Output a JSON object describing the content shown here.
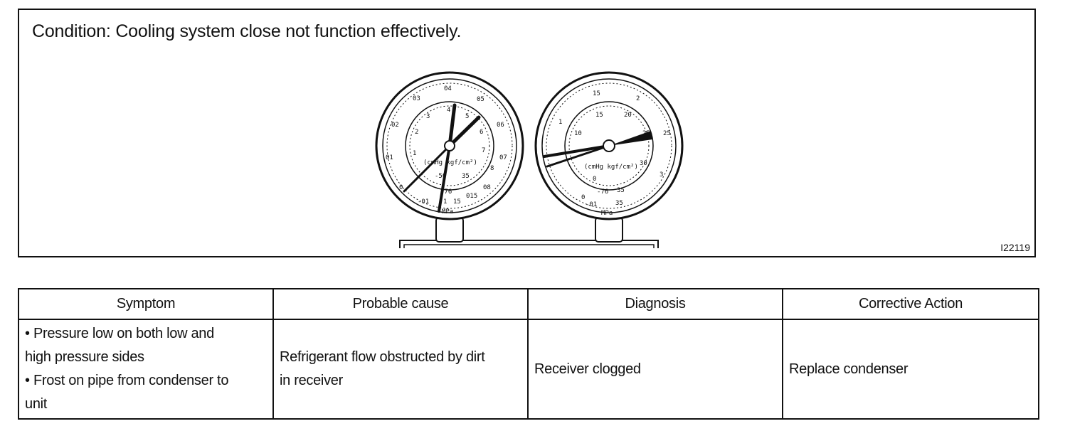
{
  "figure": {
    "condition": "Condition: Cooling system close not function effectively.",
    "figure_id": "I22119",
    "low_gauge": {
      "outer_labels": [
        "04",
        "03",
        "05",
        "02",
        "06",
        "01",
        "07",
        "08",
        "0",
        "-01",
        "015"
      ],
      "inner_labels": [
        "4",
        "3",
        "5",
        "2",
        "6",
        "1",
        "7",
        "-50",
        "-76",
        "1",
        "15",
        "35"
      ],
      "unit_label": "(cmHg kgf/cm²)",
      "unit_suffix": "8",
      "mpa_label": "MPa"
    },
    "high_gauge": {
      "outer_labels": [
        "15",
        "2",
        "1",
        "25",
        "3",
        "0",
        "-01",
        "35"
      ],
      "inner_labels": [
        "15",
        "20",
        "10",
        "25",
        "30",
        "0",
        "-76",
        "35"
      ],
      "unit_label": "(cmHg kgf/cm²)",
      "mpa_label": "MPa"
    }
  },
  "table": {
    "headers": [
      "Symptom",
      "Probable cause",
      "Diagnosis",
      "Corrective Action"
    ],
    "row": {
      "symptom_lines": [
        "• Pressure low on both low and",
        "high pressure sides",
        "• Frost on pipe from condenser to",
        "unit"
      ],
      "cause_lines": [
        "Refrigerant flow obstructed by dirt",
        "in receiver"
      ],
      "diagnosis": "Receiver clogged",
      "action": "Replace condenser"
    }
  }
}
